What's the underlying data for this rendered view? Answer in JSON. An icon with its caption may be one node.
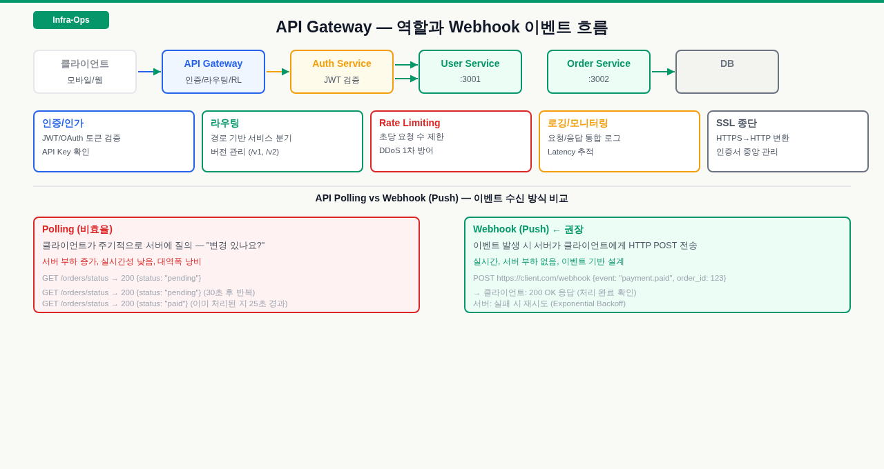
{
  "diagram": {
    "title": "API Gateway — 역할과 Webhook 이벤트 흐름",
    "nodes": [
      {
        "text": [
          "클라이언트",
          "모바일/웹"
        ]
      },
      {
        "text": [
          "API Gateway",
          "인증/라우팅/RL"
        ]
      },
      {
        "text": [
          "Auth Service",
          "JWT 검증"
        ]
      },
      {
        "text": [
          "User Service",
          ":3001"
        ]
      },
      {
        "text": [
          "Order Service",
          ":3002"
        ]
      },
      {
        "text": [
          "DB"
        ]
      },
      {
        "text": [
          "인증/인가",
          "JWT/OAuth 토큰 검증",
          "API Key 확인"
        ]
      },
      {
        "text": [
          "라우팅",
          "경로 기반 서비스 분기",
          "버전 관리 (/v1, /v2)"
        ]
      },
      {
        "text": [
          "Rate Limiting",
          "초당 요청 수 제한",
          "DDoS 1차 방어"
        ]
      },
      {
        "text": [
          "로깅/모니터링",
          "요청/응답 통합 로그",
          "Latency 추적"
        ]
      },
      {
        "text": [
          "SSL 종단",
          "HTTPS→HTTP 변환",
          "인증서 중앙 관리"
        ]
      },
      {
        "text": [
          "Polling (비효율)",
          "클라이언트가 주기적으로 서버에 질의 — \"변경 있나요?\"",
          "서버 부하 증가, 실시간성 낮음, 대역폭 낭비",
          "GET /orders/status → 200 {status: \"pending\"}",
          "GET /orders/status → 200 {status: \"pending\"} (30초 후 반복)",
          "GET /orders/status → 200 {status: \"paid\"} (이미 처리된 지 25초 경과)"
        ]
      },
      {
        "text": [
          "Webhook (Push) ← 권장",
          "이벤트 발생 시 서버가 클라이언트에게 HTTP POST 전송",
          "실시간, 서버 부하 없음, 이벤트 기반 설계",
          "POST https://client.com/webhook {event: \"payment.paid\", order_id: 123}",
          "→ 클라이언트: 200 OK 응답 (처리 완료 확인)",
          "서버: 실패 시 재시도 (Exponential Backoff)"
        ]
      }
    ],
    "edges": [
      {
        "from": 0,
        "to": 1,
        "arrow": "to",
        "color": "#2563eb"
      },
      {
        "from": 1,
        "to": 2,
        "arrow": "to",
        "color": "#f59e0b"
      },
      {
        "from": 2,
        "to": 3,
        "arrow": "to"
      },
      {
        "from": 2,
        "to": 3,
        "arrow": "to"
      },
      {
        "from": 4,
        "to": 5,
        "arrow": "to"
      }
    ],
    "labels": [
      "Infra-Ops",
      "API Polling vs Webhook (Push) — 이벤트 수신 방식 비교"
    ]
  }
}
